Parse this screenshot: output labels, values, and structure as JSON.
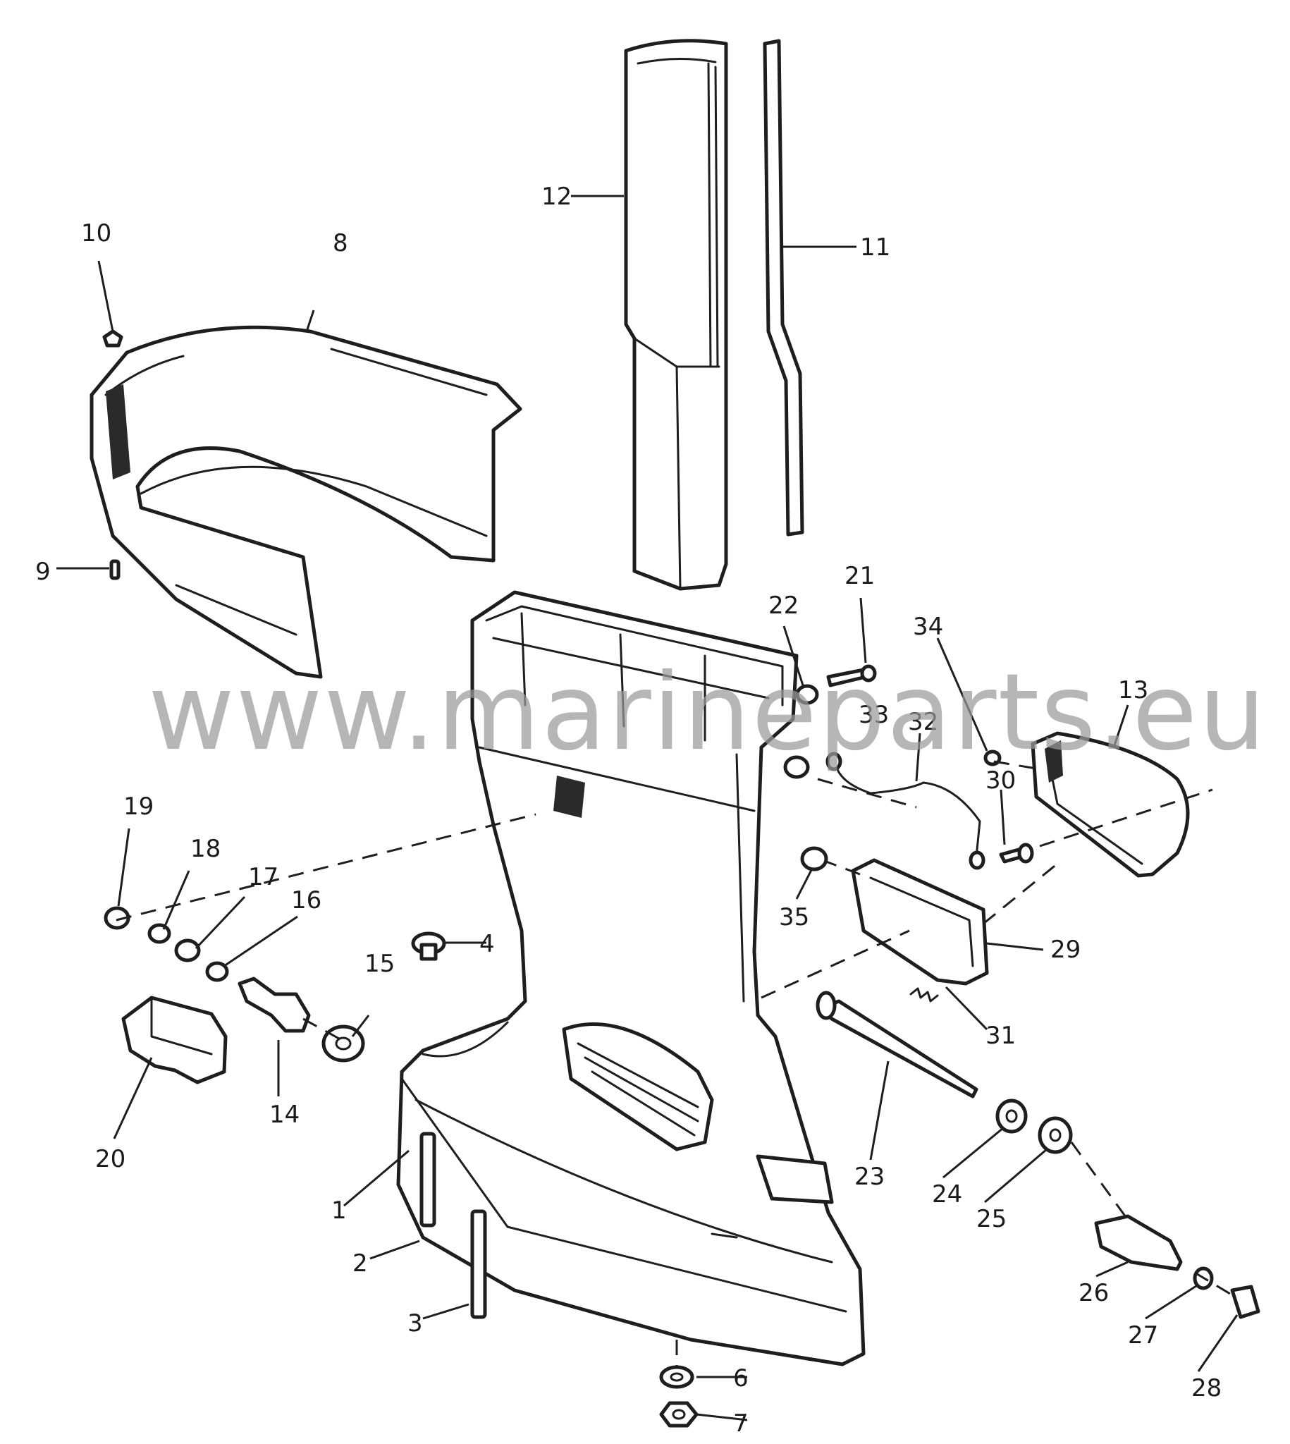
{
  "diagram": {
    "watermark": "www.marineparts.eu",
    "callouts": [
      "1",
      "2",
      "3",
      "4",
      "6",
      "7",
      "8",
      "9",
      "10",
      "11",
      "12",
      "13",
      "14",
      "15",
      "16",
      "17",
      "18",
      "19",
      "20",
      "21",
      "22",
      "23",
      "24",
      "25",
      "26",
      "27",
      "28",
      "29",
      "30",
      "31",
      "32",
      "33",
      "34",
      "35"
    ]
  }
}
